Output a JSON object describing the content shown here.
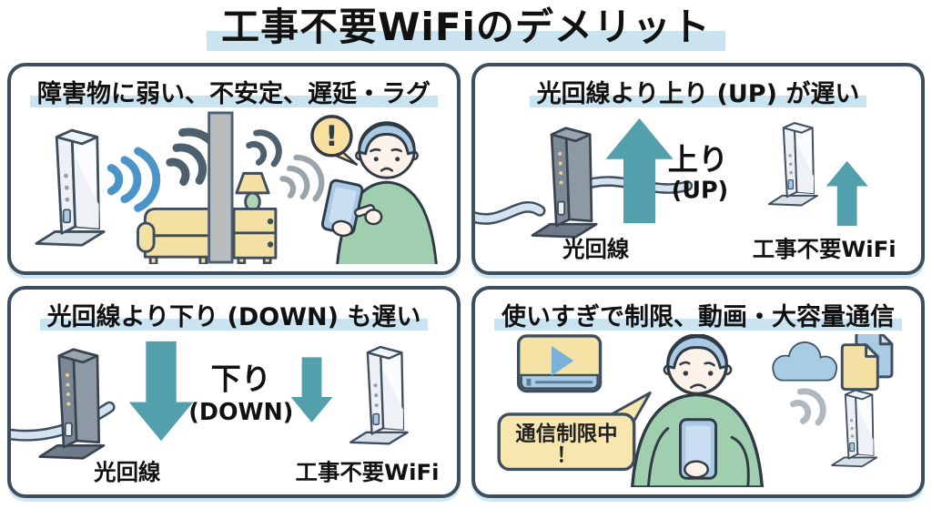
{
  "title": {
    "text": "工事不要WiFiのデメリット"
  },
  "colors": {
    "panel_border": "#3e4e5e",
    "highlight_blue": "#c9e3f0",
    "shadow_blue": "#cfe7f3",
    "arrow_teal": "#549fac",
    "wave_blue": "#4a94c8",
    "wave_dark": "#4e5f6e",
    "wave_gray": "#9aa4ab",
    "furniture_yellow": "#f3e0a2",
    "bubble_yellow": "#f7e6ad",
    "alert_yellow": "#f7e0a0",
    "icon_blue": "#a9cbe4",
    "shirt_green": "#9fcfae",
    "hair_blue": "#a9c9e4",
    "router_dark": "#8d99a5",
    "router_white": "#fafcfd",
    "outline_dark": "#2f3a44"
  },
  "panels": {
    "obstacles": {
      "heading": "障害物に弱い、不安定、遅延・ラグ",
      "alert_mark": "!",
      "icons": [
        "wifi-router-icon",
        "wifi-waves-strong-icon",
        "wall-icon",
        "sofa-icon",
        "lamp-icon",
        "nightstand-icon",
        "wifi-waves-blocked-icon",
        "wifi-waves-weak-icon",
        "alert-bubble-icon",
        "worried-person",
        "smartphone-icon"
      ]
    },
    "upload": {
      "heading": "光回線より上り (UP) が遅い",
      "direction_main": "上り",
      "direction_sub": "(UP)",
      "fiber_label": "光回線",
      "wifi_label": "工事不要WiFi",
      "icons": [
        "fiber-router-icon",
        "big-up-arrow-icon",
        "wifi-router-icon",
        "small-up-arrow-icon",
        "lan-cable-icon"
      ]
    },
    "download": {
      "heading": "光回線より下り (DOWN) も遅い",
      "direction_main": "下り",
      "direction_sub": "(DOWN)",
      "fiber_label": "光回線",
      "wifi_label": "工事不要WiFi",
      "icons": [
        "fiber-router-icon",
        "big-down-arrow-icon",
        "wifi-router-icon",
        "medium-down-arrow-icon",
        "lan-cable-icon"
      ]
    },
    "limit": {
      "heading": "使いすぎで制限、動画・大容量通信",
      "bubble_line1": "通信制限中",
      "bubble_line2": "！",
      "icons": [
        "video-player-icon",
        "speech-bubble",
        "sad-person",
        "smartphone-icon",
        "cloud-icon",
        "documents-icon",
        "wifi-waves-weak-icon",
        "wifi-router-icon"
      ]
    }
  }
}
